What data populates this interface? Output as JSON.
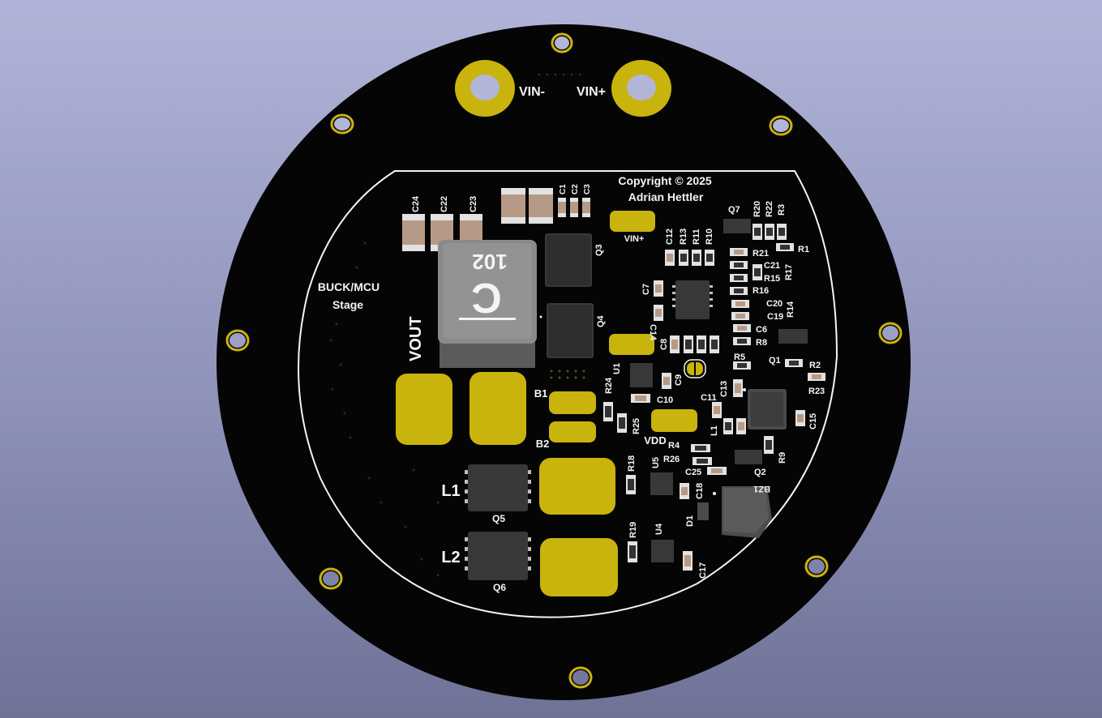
{
  "viewer": {
    "background_top": "#b1b4d8",
    "background_bottom": "#6f7296"
  },
  "board": {
    "colors": {
      "substrate": "#050505",
      "pad": "#c9b30d",
      "silkscreen": "#f4f4f4",
      "component_body": "#383838",
      "inductor_body": "#8a8a8a"
    },
    "connectors": {
      "vin_minus": "VIN-",
      "vin_plus": "VIN+"
    },
    "copyright": {
      "line1": "Copyright © 2025",
      "line2": "Adrian Hettler"
    },
    "stage_label": {
      "line1": "BUCK/MCU",
      "line2": "Stage"
    },
    "inductor_marking": {
      "letter": "C",
      "code": "102"
    },
    "labels": {
      "vout": "VOUT",
      "vin_plus_pad": "VIN+",
      "vdd": "VDD",
      "b1": "B1",
      "b2": "B2",
      "l1": "L1",
      "l2": "L2",
      "q5": "Q5",
      "q6": "Q6"
    },
    "refdes": {
      "C24": "C24",
      "C22": "C22",
      "C23": "C23",
      "C1": "C1",
      "C2": "C2",
      "C3": "C3",
      "Q3": "Q3",
      "Q4": "Q4",
      "Q7": "Q7",
      "R20": "R20",
      "R22": "R22",
      "R3": "R3",
      "C12": "C12",
      "R13": "R13",
      "R11": "R11",
      "R10": "R10",
      "R1": "R1",
      "R21": "R21",
      "C21": "C21",
      "R15": "R15",
      "R17": "R17",
      "R16": "R16",
      "C7": "C7",
      "C14": "C14",
      "C20": "C20",
      "C19": "C19",
      "R14": "R14",
      "C6": "C6",
      "R8": "R8",
      "C8": "C8",
      "R5": "R5",
      "Q1": "Q1",
      "R2": "R2",
      "R23": "R23",
      "U1": "U1",
      "C9": "C9",
      "R24": "R24",
      "C10": "C10",
      "C13": "C13",
      "C11": "C11",
      "C15": "C15",
      "R25": "R25",
      "L1": "L1",
      "R4": "R4",
      "R9": "R9",
      "R18": "R18",
      "U5": "U5",
      "R26": "R26",
      "C25": "C25",
      "Q2": "Q2",
      "C18": "C18",
      "D1": "D1",
      "BZ1": "BZ1",
      "R19": "R19",
      "U4": "U4",
      "C17": "C17"
    }
  }
}
